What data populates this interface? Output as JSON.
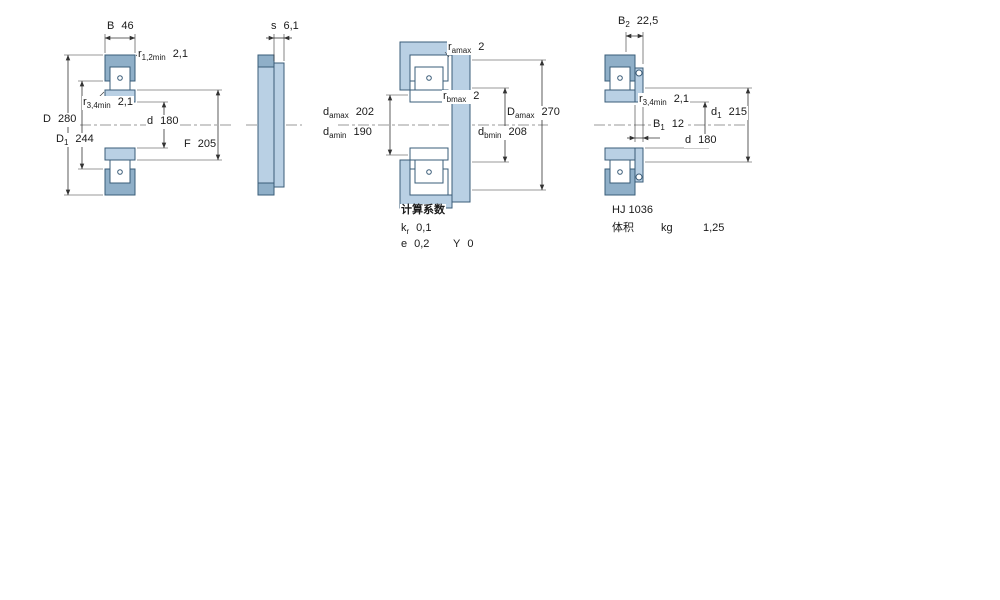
{
  "colors": {
    "part_fill": "#b9d0e4",
    "part_fill_dark": "#8fafc8",
    "outline": "#3a5c78",
    "dim_line": "#333333"
  },
  "labels": {
    "B": {
      "main": "B",
      "sub": "",
      "value": "46"
    },
    "r12": {
      "main": "r",
      "sub": "1,2min",
      "value": "2,1"
    },
    "r34L": {
      "main": "r",
      "sub": "3,4min",
      "value": "2,1"
    },
    "D": {
      "main": "D",
      "sub": "",
      "value": "280"
    },
    "D1": {
      "main": "D",
      "sub": "1",
      "value": "244"
    },
    "dL": {
      "main": "d",
      "sub": "",
      "value": "180"
    },
    "F": {
      "main": "F",
      "sub": "",
      "value": "205"
    },
    "s": {
      "main": "s",
      "sub": "",
      "value": "6,1"
    },
    "ramax": {
      "main": "r",
      "sub": "amax",
      "value": "2"
    },
    "rbmax": {
      "main": "r",
      "sub": "bmax",
      "value": "2"
    },
    "damax": {
      "main": "d",
      "sub": "amax",
      "value": "202"
    },
    "damin": {
      "main": "d",
      "sub": "amin",
      "value": "190"
    },
    "Damax": {
      "main": "D",
      "sub": "amax",
      "value": "270"
    },
    "dbmin": {
      "main": "d",
      "sub": "bmin",
      "value": "208"
    },
    "B2": {
      "main": "B",
      "sub": "2",
      "value": "22,5"
    },
    "r34R": {
      "main": "r",
      "sub": "3,4min",
      "value": "2,1"
    },
    "B1": {
      "main": "B",
      "sub": "1",
      "value": "12"
    },
    "d1": {
      "main": "d",
      "sub": "1",
      "value": "215"
    },
    "dR": {
      "main": "d",
      "sub": "",
      "value": "180"
    }
  },
  "calc_factors": {
    "title": "计算系数",
    "kr": {
      "main": "k",
      "sub": "r",
      "value": "0,1"
    },
    "e": {
      "main": "e",
      "sub": "",
      "value": "0,2"
    },
    "Y": {
      "main": "Y",
      "sub": "",
      "value": "0"
    }
  },
  "hj_ring": {
    "designation": "HJ 1036",
    "mass_label": "体积",
    "mass_unit": "kg",
    "mass_value": "1,25"
  }
}
